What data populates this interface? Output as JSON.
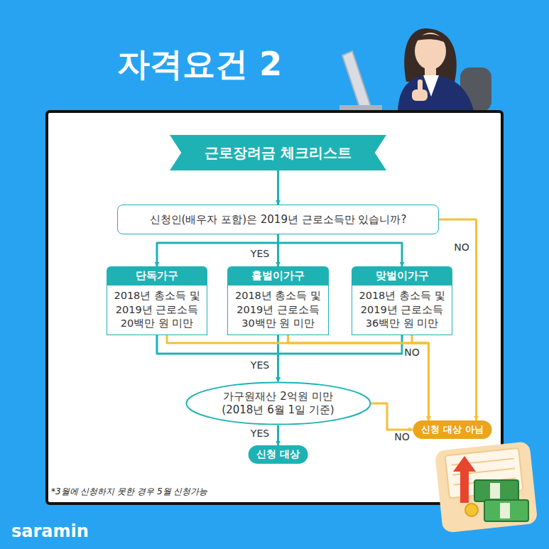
{
  "diagram": {
    "title": "자격요건 2",
    "nodes": [
      {
        "text": [
          "근로장려금 체크리스트"
        ]
      },
      {
        "text": [
          "신청인(배우자 포함)은 2019년 근로소득만 있습니까?"
        ]
      },
      {
        "text": [
          "단독가구",
          "2018년 총소득 및 2019년 근로소득 20백만 원 미만"
        ]
      },
      {
        "text": [
          "홑벌이가구",
          "2018년 총소득 및 2019년 근로소득 30백만 원 미만"
        ]
      },
      {
        "text": [
          "맞벌이가구",
          "2018년 총소득 및 2019년 근로소득 36백만 원 미만"
        ]
      },
      {
        "text": [
          "가구원재산 2억원 미만 (2018년 6월 1일 기준)"
        ]
      },
      {
        "text": [
          "신청 대상"
        ]
      },
      {
        "text": [
          "신청 대상 아님"
        ]
      }
    ],
    "edges": [
      {
        "from": 0,
        "to": 1,
        "arrow": "to"
      },
      {
        "from": 1,
        "to": 2,
        "arrow": "to"
      },
      {
        "from": 1,
        "to": 3,
        "arrow": "to",
        "label": "YES"
      },
      {
        "from": 1,
        "to": 4,
        "arrow": "to"
      },
      {
        "from": 1,
        "to": 7,
        "arrow": "to",
        "label": "NO"
      },
      {
        "from": 2,
        "to": 5,
        "arrow": "to"
      },
      {
        "from": 3,
        "to": 5,
        "arrow": "to",
        "label": "YES"
      },
      {
        "from": 4,
        "to": 5,
        "arrow": "to"
      },
      {
        "from": 2,
        "to": 7,
        "arrow": "to"
      },
      {
        "from": 3,
        "to": 7,
        "arrow": "to"
      },
      {
        "from": 4,
        "to": 7,
        "arrow": "to",
        "label": "NO"
      },
      {
        "from": 5,
        "to": 6,
        "arrow": "to",
        "label": "YES"
      },
      {
        "from": 5,
        "to": 7,
        "arrow": "to",
        "label": "NO"
      }
    ],
    "labels": [
      "*3월에 신청하지 못한 경우 5월 신청가능",
      "saramin"
    ]
  }
}
